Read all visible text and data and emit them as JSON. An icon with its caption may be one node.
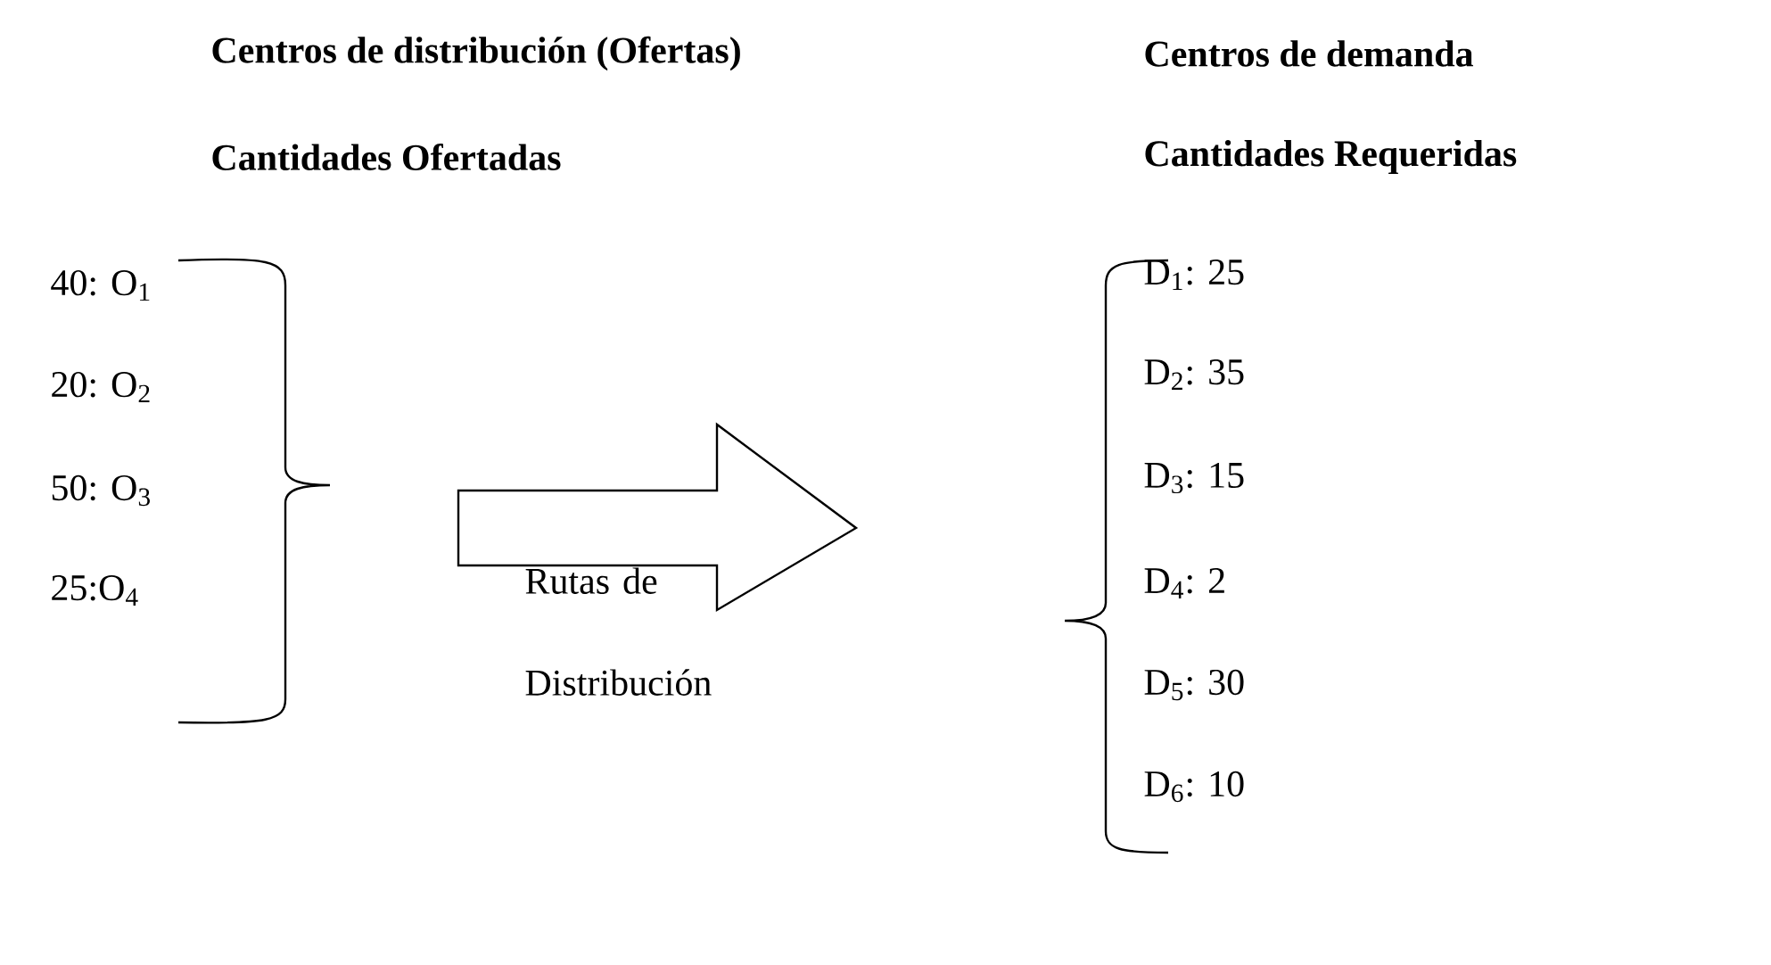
{
  "diagram": {
    "labels": [
      "Centros de distribución (Ofertas)",
      "Centros de demanda",
      "Cantidades Ofertadas",
      "Cantidades Requeridas",
      "40: O$_{1}$",
      "20: O$_{2}$",
      "50: O$_{3}$",
      "25:O$_{4}$",
      "Rutas de Distribución",
      "D$_{1}$: 25",
      "D$_{2}$: 35",
      "D$_{3}$: 15",
      "D$_{4}$: 2",
      "D$_{5}$: 30",
      "D$_{6}$: 10"
    ]
  }
}
